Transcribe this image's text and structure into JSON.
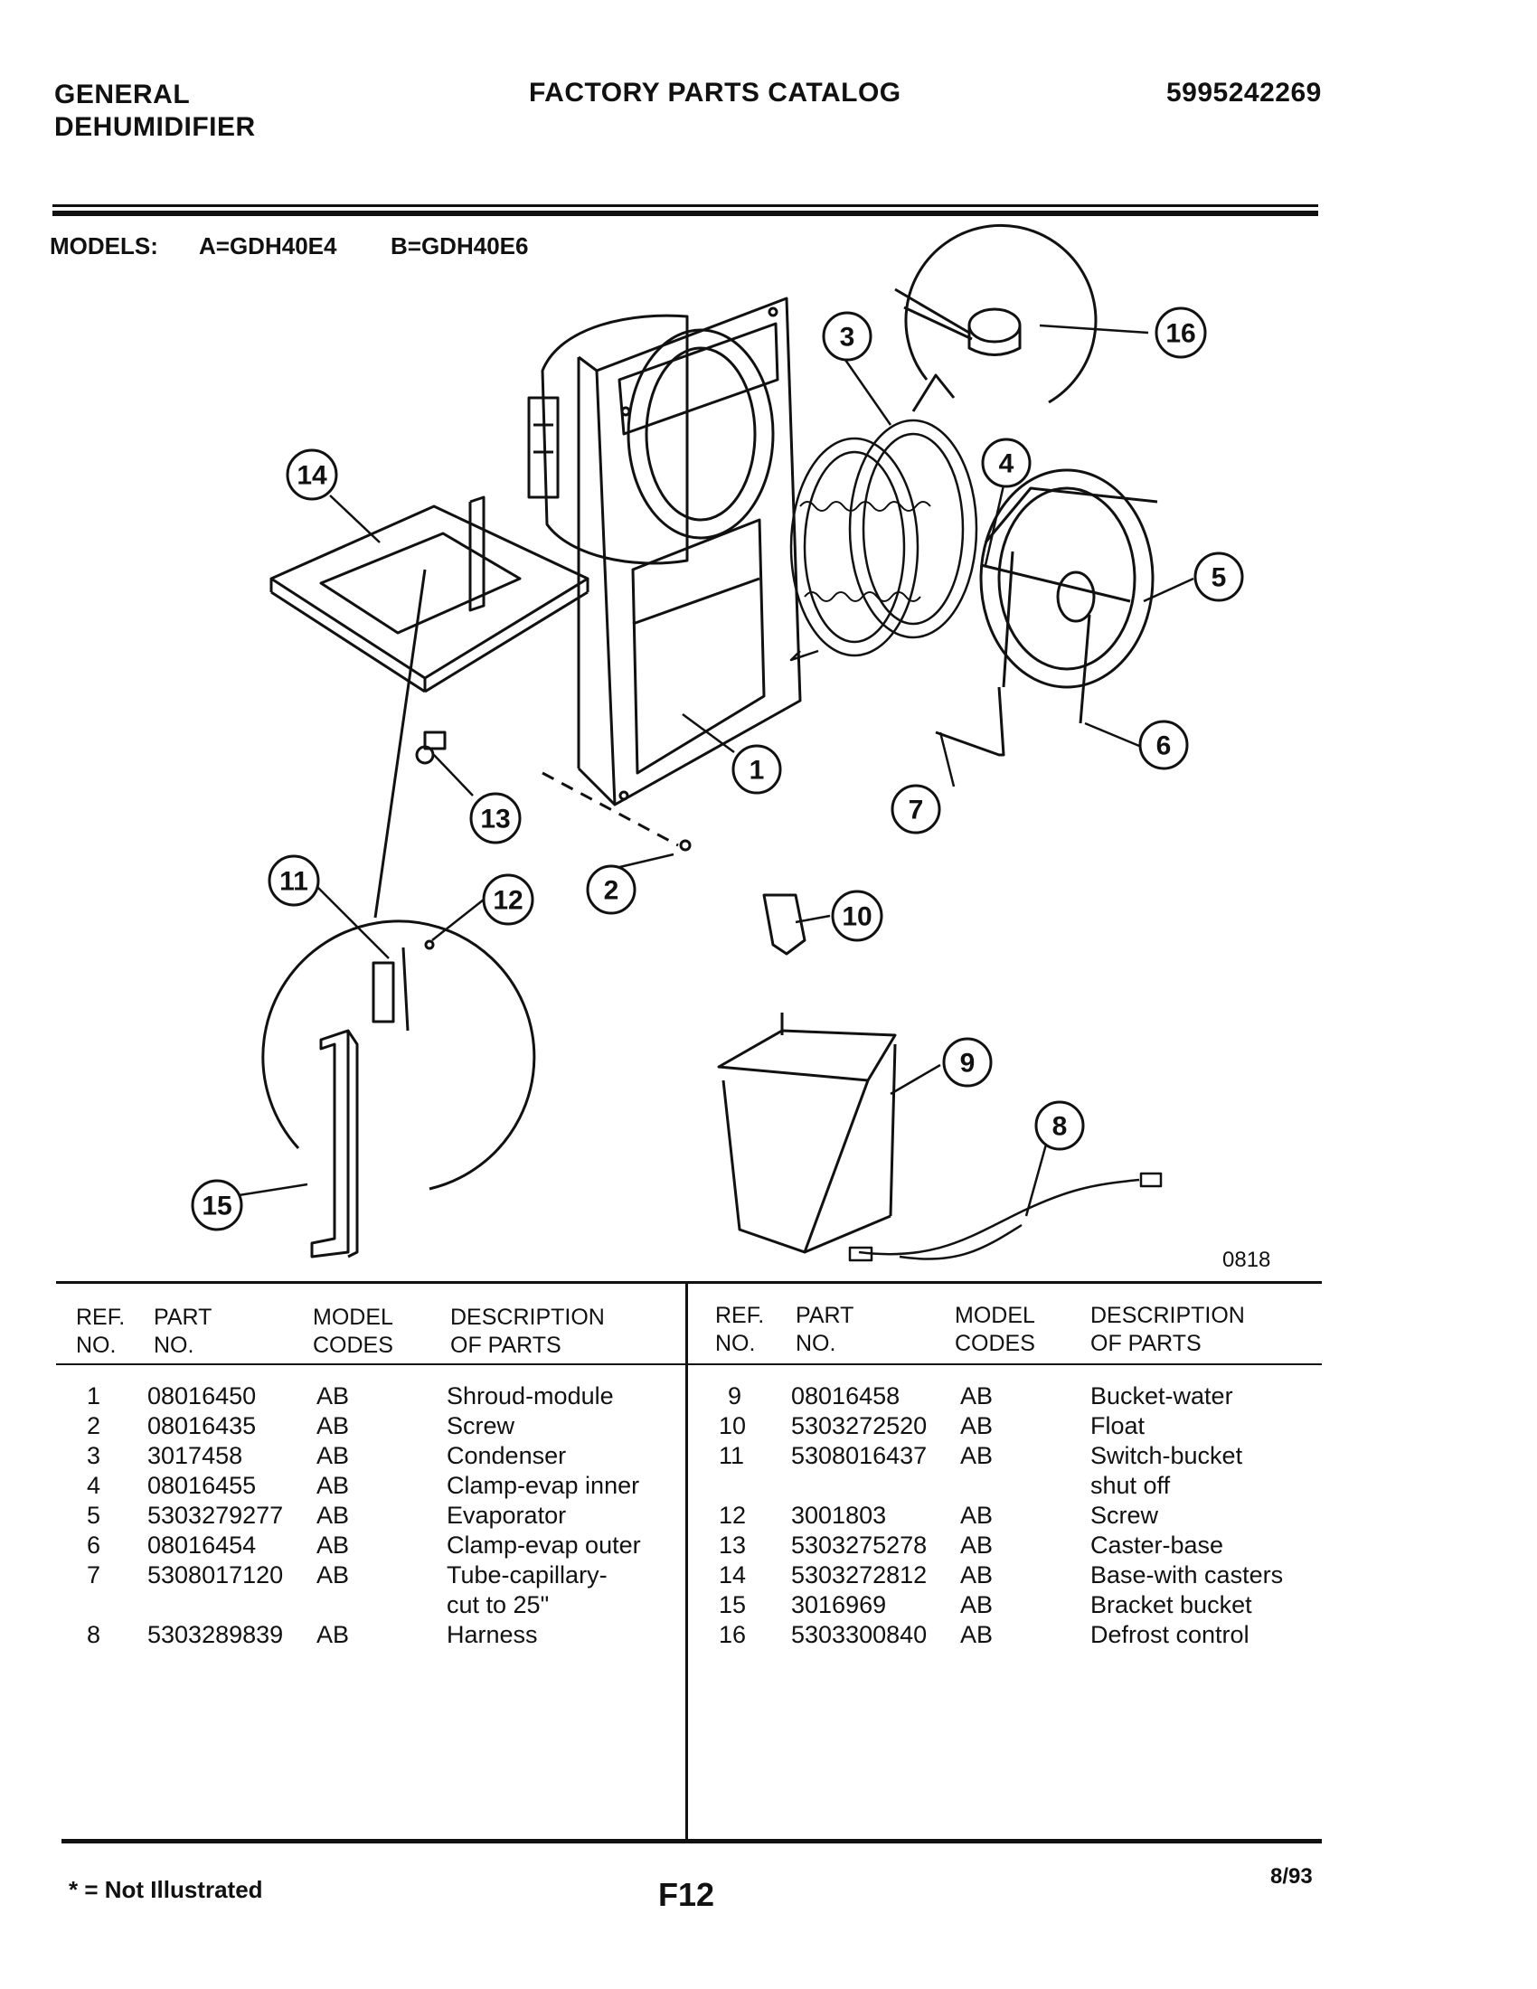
{
  "header": {
    "brand_line1": "GENERAL",
    "brand_line2": "DEHUMIDIFIER",
    "title": "FACTORY PARTS CATALOG",
    "catalog_number": "5995242269"
  },
  "models": {
    "label": "MODELS:",
    "a": "A=GDH40E4",
    "b": "B=GDH40E6"
  },
  "diagram": {
    "code": "0818",
    "callouts": [
      "1",
      "2",
      "3",
      "4",
      "5",
      "6",
      "7",
      "8",
      "9",
      "10",
      "11",
      "12",
      "13",
      "14",
      "15",
      "16"
    ]
  },
  "table": {
    "headers": {
      "ref_no": [
        "REF.",
        "NO."
      ],
      "part_no": [
        "PART",
        "NO."
      ],
      "model_codes": [
        "MODEL",
        "CODES"
      ],
      "description": [
        "DESCRIPTION",
        "OF PARTS"
      ]
    },
    "left_rows": [
      {
        "ref": "1",
        "part": "08016450",
        "codes": "AB",
        "desc": [
          "Shroud-module"
        ]
      },
      {
        "ref": "2",
        "part": "08016435",
        "codes": "AB",
        "desc": [
          "Screw"
        ]
      },
      {
        "ref": "3",
        "part": "3017458",
        "codes": "AB",
        "desc": [
          "Condenser"
        ]
      },
      {
        "ref": "4",
        "part": "08016455",
        "codes": "AB",
        "desc": [
          "Clamp-evap inner"
        ]
      },
      {
        "ref": "5",
        "part": "5303279277",
        "codes": "AB",
        "desc": [
          "Evaporator"
        ]
      },
      {
        "ref": "6",
        "part": "08016454",
        "codes": "AB",
        "desc": [
          "Clamp-evap outer"
        ]
      },
      {
        "ref": "7",
        "part": "5308017120",
        "codes": "AB",
        "desc": [
          "Tube-capillary-",
          "cut to 25\""
        ]
      },
      {
        "ref": "8",
        "part": "5303289839",
        "codes": "AB",
        "desc": [
          "Harness"
        ]
      }
    ],
    "right_rows": [
      {
        "ref": "9",
        "part": "08016458",
        "codes": "AB",
        "desc": [
          "Bucket-water"
        ]
      },
      {
        "ref": "10",
        "part": "5303272520",
        "codes": "AB",
        "desc": [
          "Float"
        ]
      },
      {
        "ref": "11",
        "part": "5308016437",
        "codes": "AB",
        "desc": [
          "Switch-bucket",
          "shut off"
        ]
      },
      {
        "ref": "12",
        "part": "3001803",
        "codes": "AB",
        "desc": [
          "Screw"
        ]
      },
      {
        "ref": "13",
        "part": "5303275278",
        "codes": "AB",
        "desc": [
          "Caster-base"
        ]
      },
      {
        "ref": "14",
        "part": "5303272812",
        "codes": "AB",
        "desc": [
          "Base-with casters"
        ]
      },
      {
        "ref": "15",
        "part": "3016969",
        "codes": "AB",
        "desc": [
          "Bracket bucket"
        ]
      },
      {
        "ref": "16",
        "part": "5303300840",
        "codes": "AB",
        "desc": [
          "Defrost control"
        ]
      }
    ]
  },
  "footer": {
    "note": "* = Not Illustrated",
    "page": "F12",
    "date": "8/93"
  }
}
